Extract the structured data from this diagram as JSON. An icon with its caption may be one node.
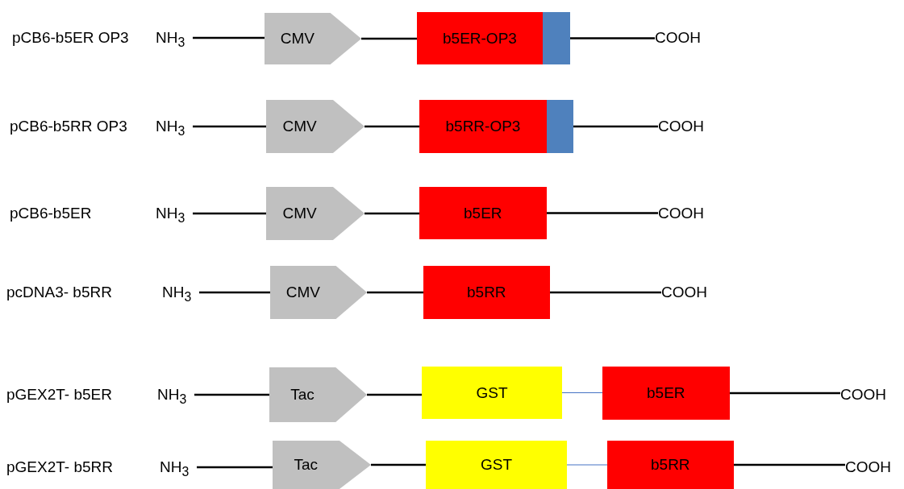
{
  "diagram": {
    "nodes": [
      {
        "text": [
          "NH$_{3}$"
        ]
      },
      {
        "text": [
          "CMV"
        ]
      },
      {
        "text": [
          "b5ER-OP3"
        ]
      },
      {
        "text": [],
        "shape": "box"
      },
      {
        "text": [
          "COOH"
        ]
      },
      {
        "text": [
          "NH$_{3}$"
        ]
      },
      {
        "text": [
          "CMV"
        ]
      },
      {
        "text": [
          "b5RR-OP3"
        ]
      },
      {
        "text": [],
        "shape": "box"
      },
      {
        "text": [
          "COOH"
        ]
      },
      {
        "text": [
          "NH$_{3}$"
        ]
      },
      {
        "text": [
          "CMV"
        ]
      },
      {
        "text": [
          "b5ER"
        ]
      },
      {
        "text": [
          "COOH"
        ]
      },
      {
        "text": [
          "NH$_{3}$"
        ]
      },
      {
        "text": [
          "CMV"
        ]
      },
      {
        "text": [
          "b5RR"
        ]
      },
      {
        "text": [
          "COOH"
        ]
      },
      {
        "text": [
          "NH$_{3}$"
        ]
      },
      {
        "text": [
          "Tac"
        ]
      },
      {
        "text": [
          "GST"
        ]
      },
      {
        "text": [
          "b5ER"
        ]
      },
      {
        "text": [
          "COOH"
        ]
      },
      {
        "text": [
          "NH$_{3}$"
        ]
      },
      {
        "text": [
          "Tac"
        ]
      },
      {
        "text": [
          "GST"
        ]
      },
      {
        "text": [
          "b5RR"
        ]
      },
      {
        "text": [
          "COOH"
        ]
      }
    ],
    "edges": [
      {
        "from": 0,
        "to": 1,
        "arrow": "none"
      },
      {
        "from": 1,
        "to": 2,
        "arrow": "none"
      },
      {
        "from": 3,
        "to": 4,
        "arrow": "none"
      },
      {
        "from": 5,
        "to": 6,
        "arrow": "none"
      },
      {
        "from": 6,
        "to": 7,
        "arrow": "none"
      },
      {
        "from": 8,
        "to": 9,
        "arrow": "none"
      },
      {
        "from": 10,
        "to": 11,
        "arrow": "none"
      },
      {
        "from": 11,
        "to": 12,
        "arrow": "none"
      },
      {
        "from": 12,
        "to": 13,
        "arrow": "none"
      },
      {
        "from": 14,
        "to": 15,
        "arrow": "none"
      },
      {
        "from": 15,
        "to": 16,
        "arrow": "none"
      },
      {
        "from": 16,
        "to": 17,
        "arrow": "none"
      },
      {
        "from": 18,
        "to": 19,
        "arrow": "none"
      },
      {
        "from": 19,
        "to": 20,
        "arrow": "none"
      },
      {
        "from": 20,
        "to": 21,
        "arrow": "none",
        "color": "#4472c4"
      },
      {
        "from": 21,
        "to": 22,
        "arrow": "none"
      },
      {
        "from": 23,
        "to": 24,
        "arrow": "none"
      },
      {
        "from": 24,
        "to": 25,
        "arrow": "none"
      },
      {
        "from": 25,
        "to": 26,
        "arrow": "none",
        "color": "#4472c4"
      },
      {
        "from": 26,
        "to": 27,
        "arrow": "none"
      }
    ],
    "labels": [
      "pCB6-b5ER OP3",
      "pCB6-b5RR OP3",
      "pCB6-b5ER",
      "pcDNA3- b5RR",
      "pGEX2T- b5ER",
      "pGEX2T- b5RR"
    ]
  }
}
